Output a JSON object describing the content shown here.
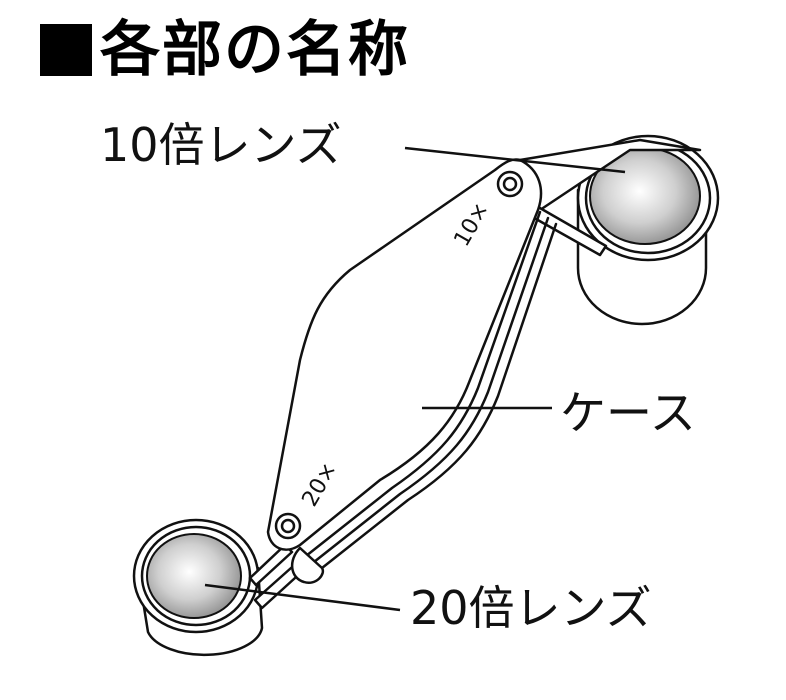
{
  "heading": {
    "text": "各部の名称"
  },
  "labels": {
    "lens_10x": "10倍レンズ",
    "case": "ケース",
    "lens_20x": "20倍レンズ"
  },
  "engravings": {
    "top": "10×",
    "bottom": "20×"
  }
}
